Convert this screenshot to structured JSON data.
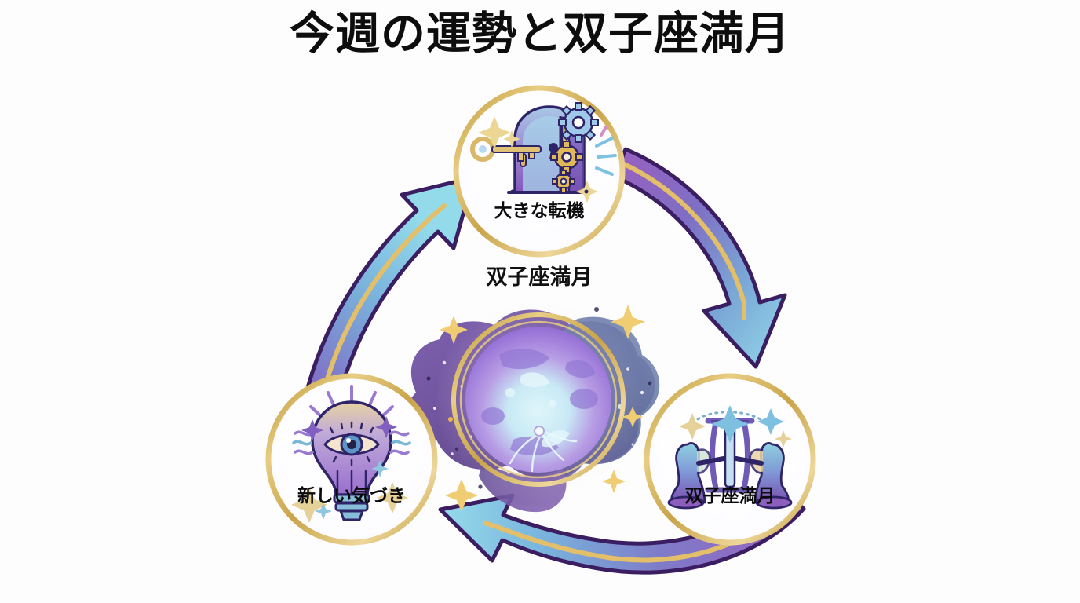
{
  "title": "今週の運勢と双子座満月",
  "center": {
    "label": "双子座満月",
    "icon": "full-moon-nebula-icon"
  },
  "nodes": [
    {
      "id": "turning-point",
      "label": "大きな転機",
      "icon": "door-key-gears-icon",
      "position": "top"
    },
    {
      "id": "gemini-full-moon",
      "label": "双子座満月",
      "icon": "gemini-twins-icon",
      "position": "bottom-right"
    },
    {
      "id": "new-awareness",
      "label": "新しい気づき",
      "icon": "lightbulb-eye-icon",
      "position": "bottom-left"
    }
  ],
  "arrows": [
    {
      "id": "arrow-top-to-bottom-right",
      "from": "大きな転機",
      "to": "双子座満月"
    },
    {
      "id": "arrow-bottom-right-to-bottom-left",
      "from": "双子座満月",
      "to": "新しい気づき"
    },
    {
      "id": "arrow-bottom-left-to-top",
      "from": "新しい気づき",
      "to": "大きな転機"
    }
  ],
  "colors": {
    "background": "#fdfdfd",
    "title_text": "#0d0d0d",
    "gold_ring": "#c9a449",
    "gold_light": "#e6c878",
    "arrow_tail_purple": "#8b5fbf",
    "arrow_head_blue": "#8fd3e8",
    "arrow_outline": "#3b1d62",
    "arrow_core_gold": "#e3bf6a",
    "nebula_purple": "#6b4a9e",
    "nebula_deep": "#46306e",
    "nebula_blue": "#6d7fae",
    "moon_violet": "#a98ee0",
    "moon_glow": "#d9f2f7"
  }
}
